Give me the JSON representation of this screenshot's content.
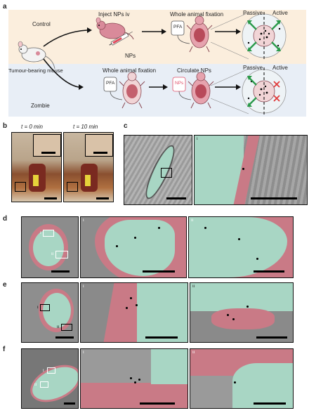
{
  "panels": {
    "a": {
      "letter": "a",
      "control": "Control",
      "zombie": "Zombie",
      "tumour_mouse": "Tumour-bearing mouse",
      "inject": "Inject NPs iv",
      "nps": "NPs",
      "fixation_top": "Whole animal fixation",
      "fixation_bottom": "Whole animal fixation",
      "circulate": "Circulate NPs",
      "pfa_top": "PFA",
      "pfa_bottom": "PFA",
      "nps_bag": "NPs",
      "passive_top": "Passive",
      "active_top": "Active",
      "passive_bottom": "Passive",
      "active_bottom": "Active"
    },
    "b": {
      "letter": "b",
      "t0": "t = 0 min",
      "t10": "t = 10 min"
    },
    "c": {
      "letter": "c",
      "sub": "i"
    },
    "d": {
      "letter": "d",
      "i": "i",
      "ii": "ii"
    },
    "e": {
      "letter": "e",
      "i": "i",
      "ii": "ii"
    },
    "f": {
      "letter": "f",
      "i": "i",
      "ii": "ii"
    }
  },
  "colors": {
    "top_band": "#fbeedd",
    "bottom_band": "#e8eef6",
    "cell_green": "#a8d6c4",
    "cell_red": "#c97a86",
    "mouse_pink": "#d98a9a",
    "arrow_green": "#2a9a4a",
    "cross_red": "#e03a3a"
  }
}
